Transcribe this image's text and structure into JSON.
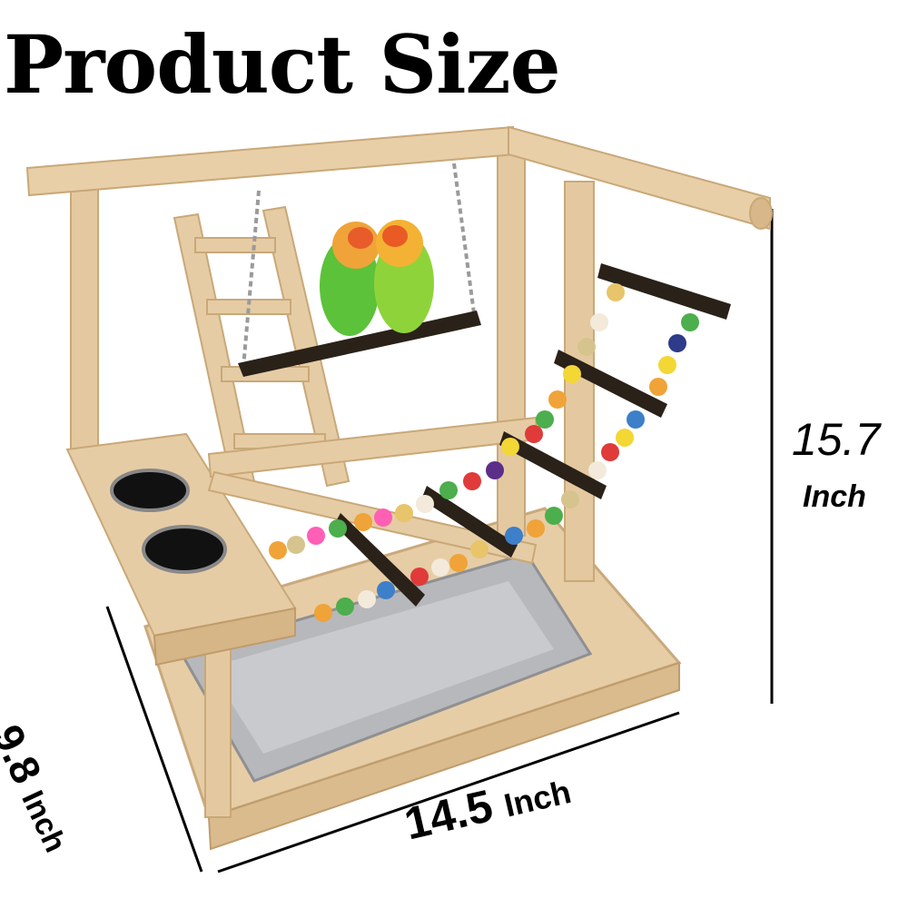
{
  "title": "Product Size",
  "dimensions": {
    "height_value": "15.7",
    "height_unit": "Inch",
    "depth_value": "9.8",
    "depth_unit": "Inch",
    "width_value": "14.5",
    "width_unit": "Inch"
  },
  "colors": {
    "wood": "#e3c89e",
    "wood_dark": "#c9a878",
    "tray": "#b9babd",
    "perch": "#2a2119"
  }
}
